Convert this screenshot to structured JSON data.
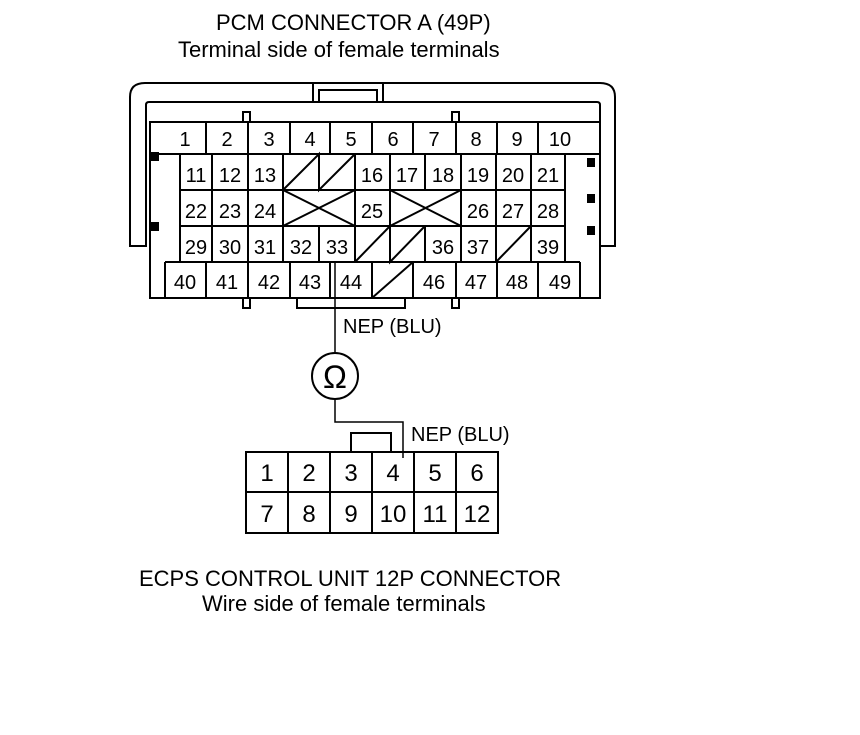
{
  "pcm": {
    "title": "PCM CONNECTOR A (49P)",
    "subtitle": "Terminal side of female terminals",
    "terminals": [
      "1",
      "2",
      "3",
      "4",
      "5",
      "6",
      "7",
      "8",
      "9",
      "10",
      "11",
      "12",
      "13",
      "16",
      "17",
      "18",
      "19",
      "20",
      "21",
      "22",
      "23",
      "24",
      "25",
      "26",
      "27",
      "28",
      "29",
      "30",
      "31",
      "32",
      "33",
      "36",
      "37",
      "39",
      "40",
      "41",
      "42",
      "43",
      "44",
      "46",
      "47",
      "48",
      "49"
    ]
  },
  "wire": {
    "label_top": "NEP (BLU)",
    "label_bottom": "NEP (BLU)",
    "meter_symbol": "Ω"
  },
  "ecps": {
    "title": "ECPS CONTROL UNIT 12P CONNECTOR",
    "subtitle": "Wire side of female terminals",
    "terminals": [
      "1",
      "2",
      "3",
      "4",
      "5",
      "6",
      "7",
      "8",
      "9",
      "10",
      "11",
      "12"
    ]
  }
}
